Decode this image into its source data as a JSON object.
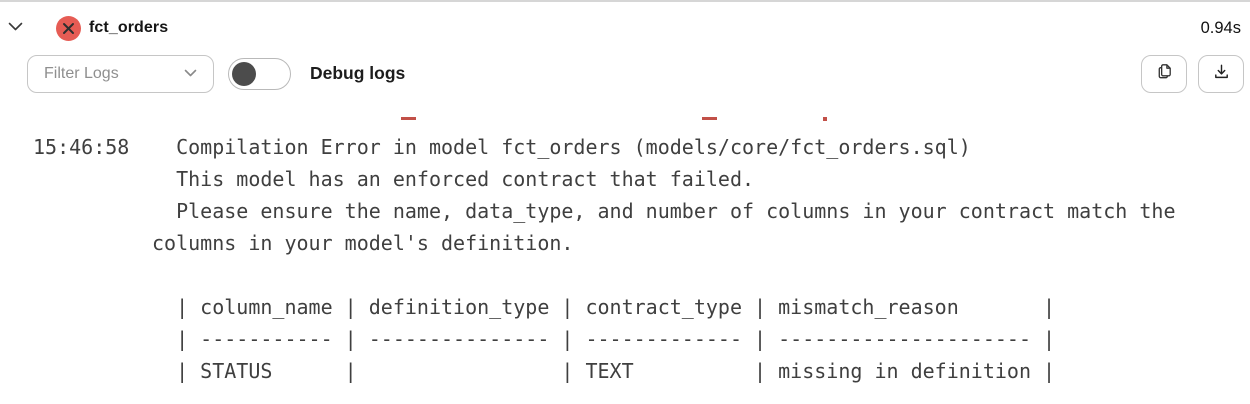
{
  "header": {
    "title": "fct_orders",
    "duration": "0.94s",
    "status": "error",
    "icons": {
      "collapse": "chevron-down",
      "status": "error-x-circle"
    }
  },
  "toolbar": {
    "filter_select": {
      "label": "Filter Logs",
      "icon": "chevron-down"
    },
    "debug_toggle": {
      "label": "Debug logs",
      "state": "off"
    },
    "actions": [
      {
        "name": "copy",
        "icon": "copy-icon"
      },
      {
        "name": "download",
        "icon": "download-icon"
      }
    ]
  },
  "log": {
    "timestamp": "15:46:58",
    "message": "  Compilation Error in model fct_orders (models/core/fct_orders.sql)\n  This model has an enforced contract that failed.\n  Please ensure the name, data_type, and number of columns in your contract match the\ncolumns in your model's definition.\n\n  | column_name | definition_type | contract_type | mismatch_reason       |\n  | ----------- | --------------- | ------------- | --------------------- |\n  | STATUS      |                 | TEXT          | missing in definition |",
    "error_table": {
      "headers": [
        "column_name",
        "definition_type",
        "contract_type",
        "mismatch_reason"
      ],
      "rows": [
        [
          "STATUS",
          "",
          "TEXT",
          "missing in definition"
        ]
      ]
    }
  },
  "colors": {
    "status_error_red": "#e65c54",
    "remnant_red": "#c25048",
    "log_text": "#3f3f3f",
    "button_border": "#c6c6c6",
    "muted_text": "#8f8f8f"
  }
}
